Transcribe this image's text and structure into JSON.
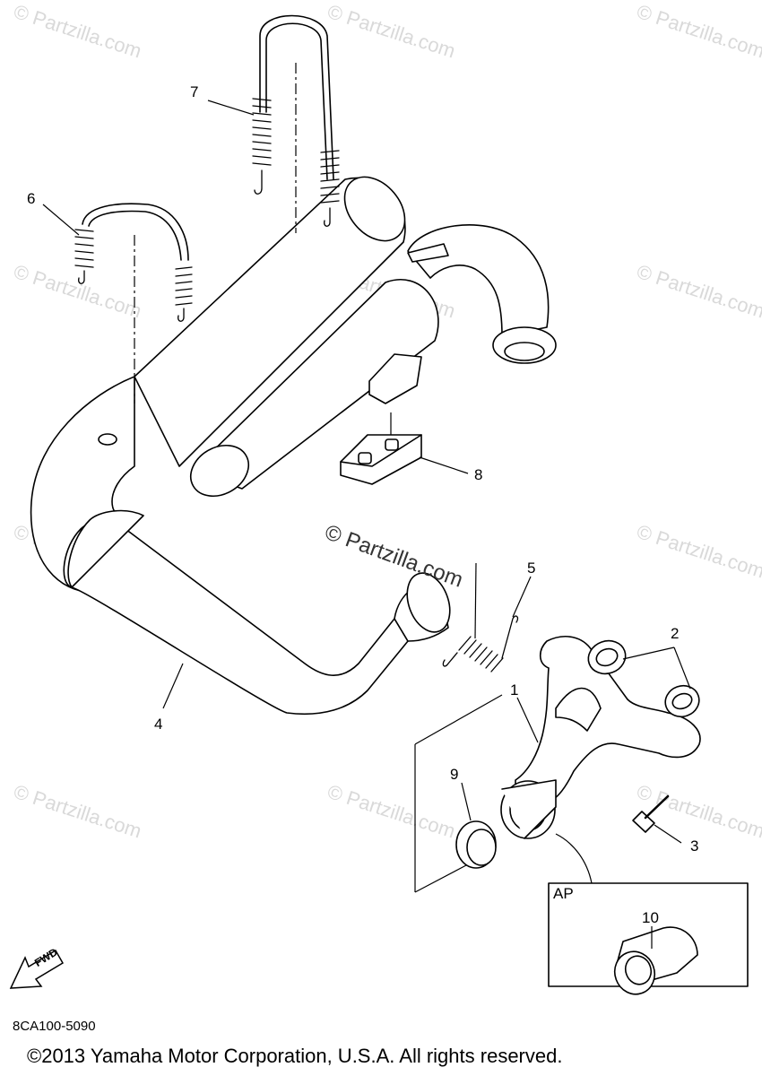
{
  "watermark_text": "© Partzilla.com",
  "center_watermark": "© Partzilla.com",
  "callouts": {
    "c1": "1",
    "c2": "2",
    "c3": "3",
    "c4": "4",
    "c5": "5",
    "c6": "6",
    "c7": "7",
    "c8": "8",
    "c9": "9",
    "c10": "10"
  },
  "inset_label": "AP",
  "fwd_label": "FWD",
  "diagram_code": "8CA100-5090",
  "copyright": "©2013  Yamaha Motor Corporation, U.S.A. All rights reserved."
}
